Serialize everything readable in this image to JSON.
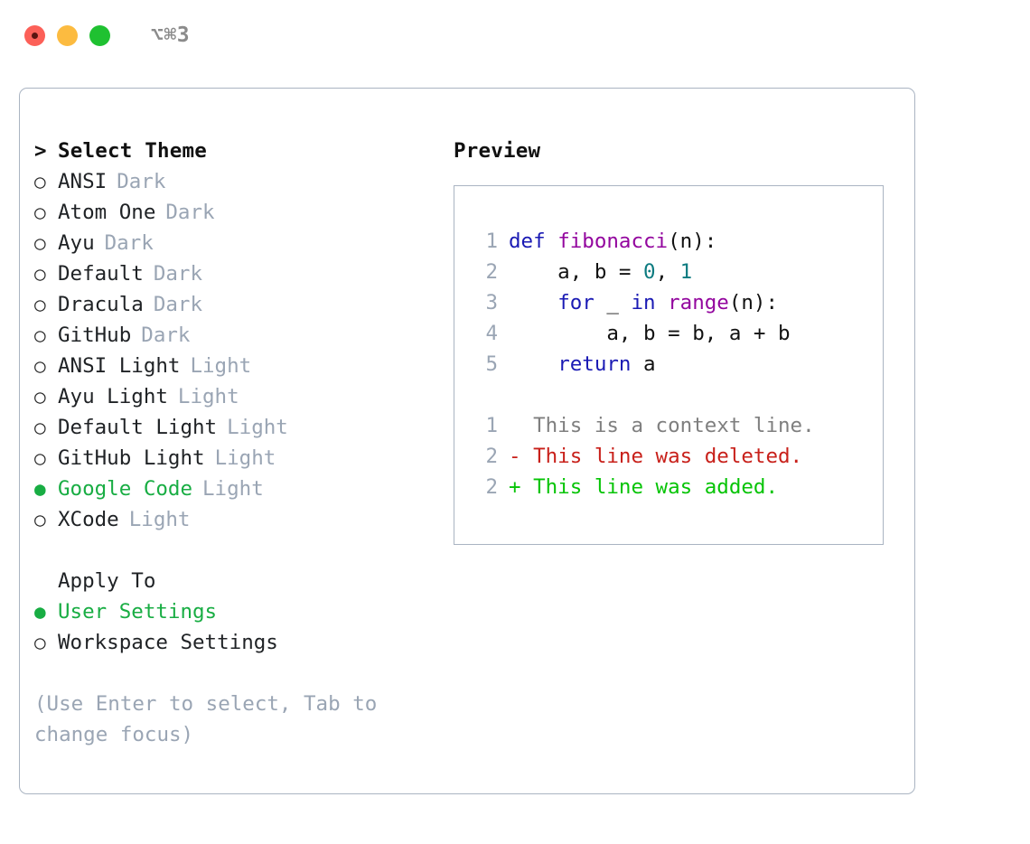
{
  "titlebar": {
    "shortcut": "⌥⌘3",
    "buttons": [
      {
        "name": "close",
        "color": "#fc6058"
      },
      {
        "name": "minimize",
        "color": "#fcbb40"
      },
      {
        "name": "maximize",
        "color": "#1fc131"
      }
    ]
  },
  "theme_picker": {
    "heading": "Select Theme",
    "caret": ">",
    "radio_unselected": "○",
    "radio_selected": "●",
    "items": [
      {
        "label": "ANSI",
        "variant": "Dark",
        "selected": false
      },
      {
        "label": "Atom One",
        "variant": "Dark",
        "selected": false
      },
      {
        "label": "Ayu",
        "variant": "Dark",
        "selected": false
      },
      {
        "label": "Default",
        "variant": "Dark",
        "selected": false
      },
      {
        "label": "Dracula",
        "variant": "Dark",
        "selected": false
      },
      {
        "label": "GitHub",
        "variant": "Dark",
        "selected": false
      },
      {
        "label": "ANSI Light",
        "variant": "Light",
        "selected": false
      },
      {
        "label": "Ayu Light",
        "variant": "Light",
        "selected": false
      },
      {
        "label": "Default Light",
        "variant": "Light",
        "selected": false
      },
      {
        "label": "GitHub Light",
        "variant": "Light",
        "selected": false
      },
      {
        "label": "Google Code",
        "variant": "Light",
        "selected": true
      },
      {
        "label": "XCode",
        "variant": "Light",
        "selected": false
      }
    ]
  },
  "apply_to": {
    "heading": "Apply To",
    "items": [
      {
        "label": "User Settings",
        "selected": true
      },
      {
        "label": "Workspace Settings",
        "selected": false
      }
    ]
  },
  "hint": "(Use Enter to select, Tab to change focus)",
  "preview": {
    "title": "Preview",
    "code_lines": [
      {
        "num": "1",
        "tokens": [
          {
            "t": "def ",
            "c": "kw"
          },
          {
            "t": "fibonacci",
            "c": "fn"
          },
          {
            "t": "(n):",
            "c": "pl"
          }
        ]
      },
      {
        "num": "2",
        "tokens": [
          {
            "t": "    a, b = ",
            "c": "pl"
          },
          {
            "t": "0",
            "c": "num"
          },
          {
            "t": ", ",
            "c": "pl"
          },
          {
            "t": "1",
            "c": "num"
          }
        ]
      },
      {
        "num": "3",
        "tokens": [
          {
            "t": "    ",
            "c": "pl"
          },
          {
            "t": "for",
            "c": "kw"
          },
          {
            "t": " _ ",
            "c": "pl"
          },
          {
            "t": "in",
            "c": "kw"
          },
          {
            "t": " ",
            "c": "pl"
          },
          {
            "t": "range",
            "c": "fn"
          },
          {
            "t": "(n):",
            "c": "pl"
          }
        ]
      },
      {
        "num": "4",
        "tokens": [
          {
            "t": "        a, b = b, a + b",
            "c": "pl"
          }
        ]
      },
      {
        "num": "5",
        "tokens": [
          {
            "t": "    ",
            "c": "pl"
          },
          {
            "t": "return",
            "c": "kw"
          },
          {
            "t": " a",
            "c": "pl"
          }
        ]
      }
    ],
    "diff_lines": [
      {
        "num": "1",
        "sign": " ",
        "text": " This is a context line.",
        "kind": "diff-ctx"
      },
      {
        "num": "2",
        "sign": "-",
        "text": " This line was deleted.",
        "kind": "diff-del"
      },
      {
        "num": "2",
        "sign": "+",
        "text": " This line was added.",
        "kind": "diff-add"
      }
    ]
  },
  "colors": {
    "accent_green": "#18ad43",
    "muted_gray": "#9aa5b4",
    "border": "#aab4c2",
    "keyword": "#1a1ab4",
    "function": "#93069e",
    "number": "#0d7b80",
    "diff_delete": "#c8201a",
    "diff_add": "#06c406",
    "diff_context": "#7f7f7f"
  }
}
